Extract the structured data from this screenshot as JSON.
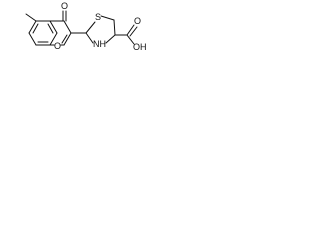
{
  "molecule": {
    "atom_labels": {
      "carbonyl_oxygen": "O",
      "ring_oxygen": "O",
      "thiazolidine_sulfur": "S",
      "thiazolidine_nitrogen": "NH",
      "carboxylic_acid": "OH",
      "carboxyl_oxygen": "O"
    },
    "bond_color": "#111111"
  }
}
